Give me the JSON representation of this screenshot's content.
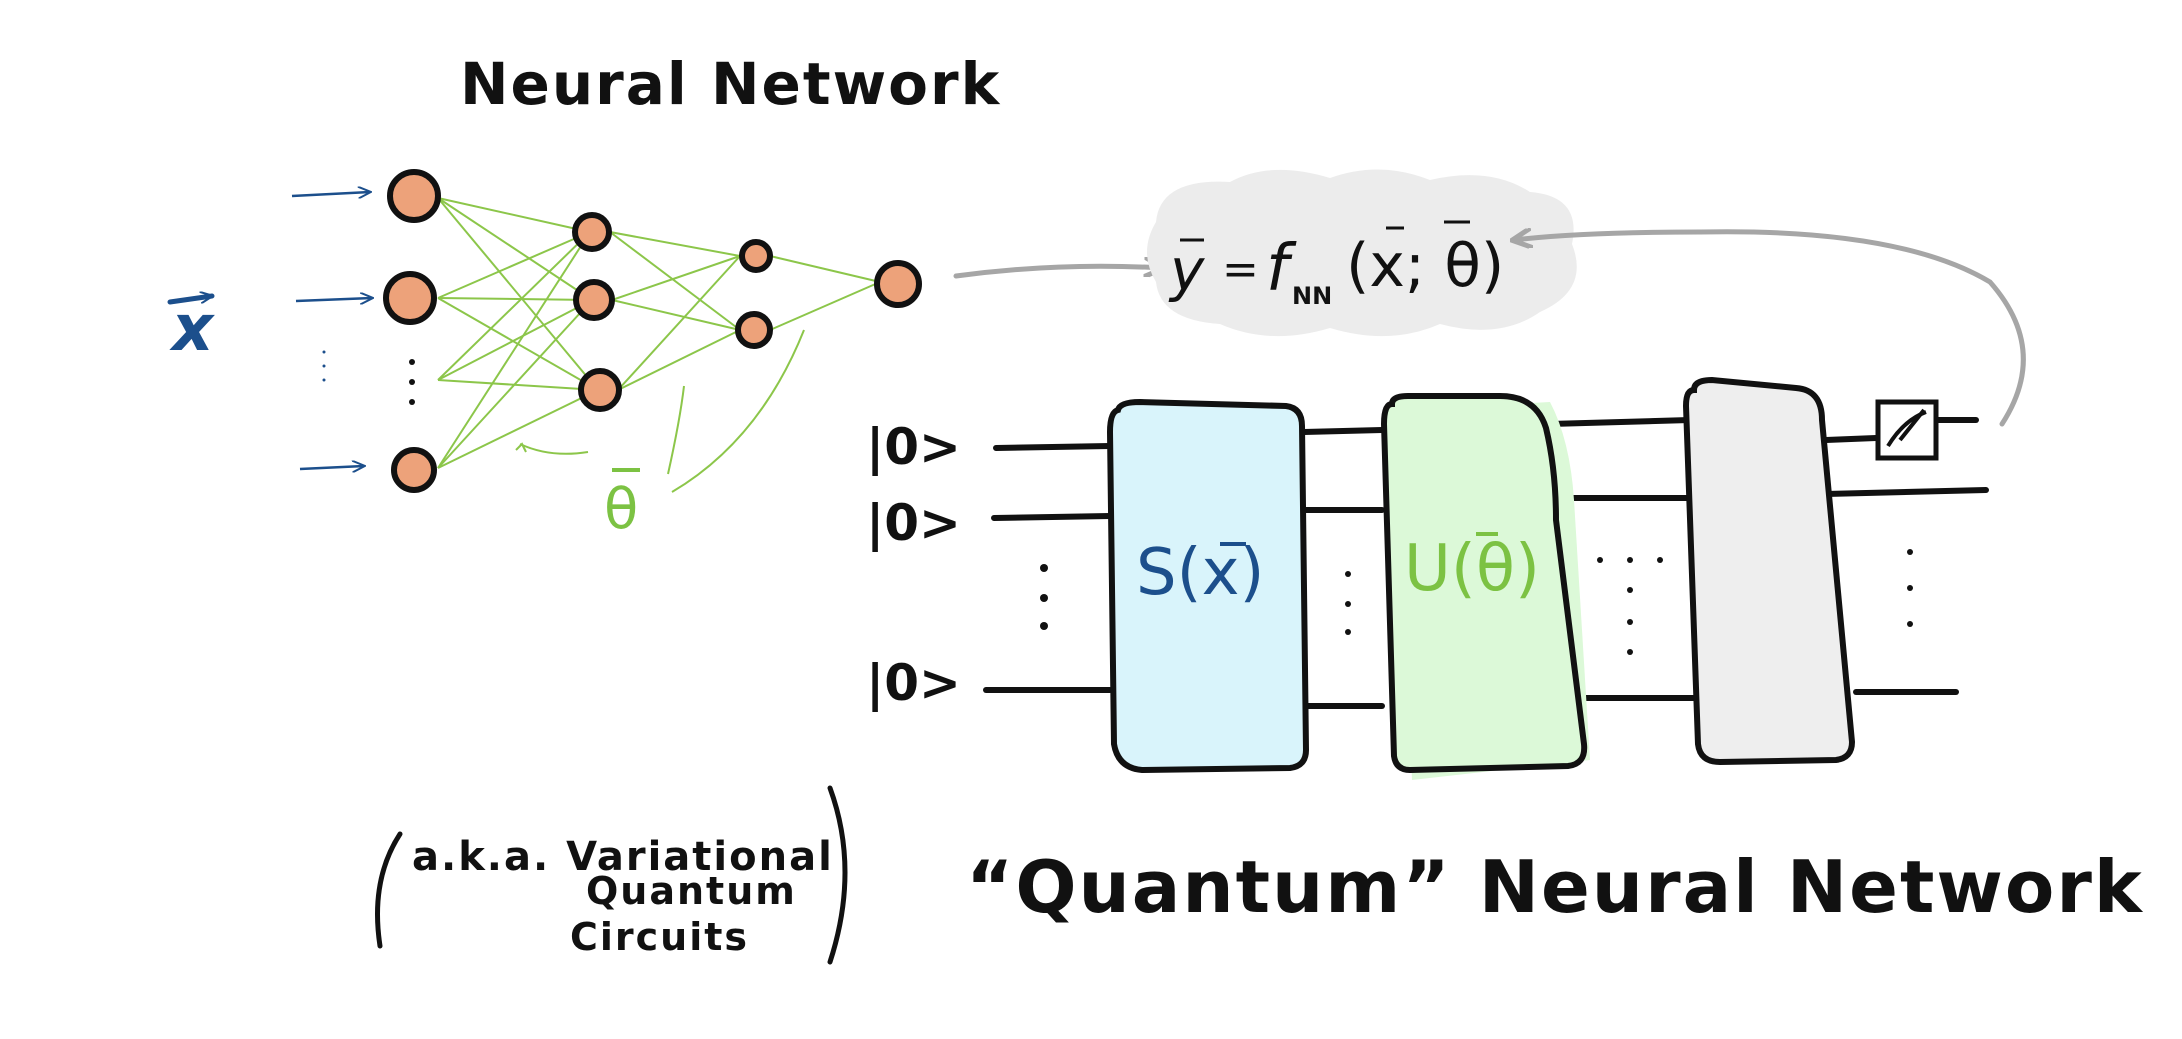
{
  "title_nn": "Neural Network",
  "input_vector_label": "x",
  "theta_label": "θ",
  "formula": {
    "lhs": "y",
    "eq": "=",
    "func": "f",
    "func_sub": "NN",
    "args": "(x; θ)"
  },
  "qubit_labels": [
    "|0>",
    "|0>",
    "|0>"
  ],
  "gates": [
    {
      "label": "S(x)",
      "color": "#d9f4fb",
      "text_color": "#1c4f8c"
    },
    {
      "label": "U(θ)",
      "color": "#dcf9d8",
      "text_color": "#7cc243"
    },
    {
      "label": "",
      "color": "#eeeeee",
      "text_color": "#000000"
    }
  ],
  "aka_lines": [
    "a.k.a. Variational",
    "Quantum",
    "Circuits"
  ],
  "caption_qnn": "“Quantum” Neural Network",
  "colors": {
    "node": "#eda27a",
    "edge": "#8cc64a",
    "input_arrow": "#1c4f8c",
    "feedback_arrow": "#a6a6a6",
    "formula_bg": "#ececec",
    "ink": "#111111"
  },
  "icons": {
    "measurement": "meter-icon"
  }
}
